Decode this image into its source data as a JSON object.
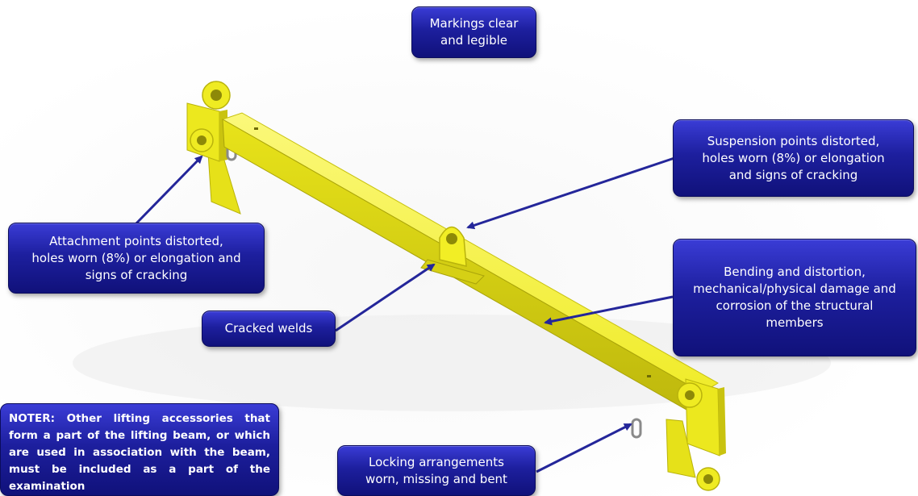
{
  "callouts": {
    "markings": "Markings clear\nand legible",
    "suspension": "Suspension points distorted,\nholes worn (8%) or elongation\nand signs of cracking",
    "attachment": "Attachment points distorted,\nholes worn (8%) or elongation and\nsigns of cracking",
    "bending": "Bending and distortion,\nmechanical/physical damage and\ncorrosion of the structural\nmembers",
    "welds": "Cracked welds",
    "locking": "Locking arrangements\nworn, missing and bent"
  },
  "note": {
    "text": "NOTER: Other lifting accessories that form a part of the lifting beam, or which are used in association with the beam, must be included as a part of the examination"
  },
  "colors": {
    "callout_fill": "#1d1f9e",
    "beam_yellow": "#f2ee1f",
    "arrow": "#24269a"
  }
}
